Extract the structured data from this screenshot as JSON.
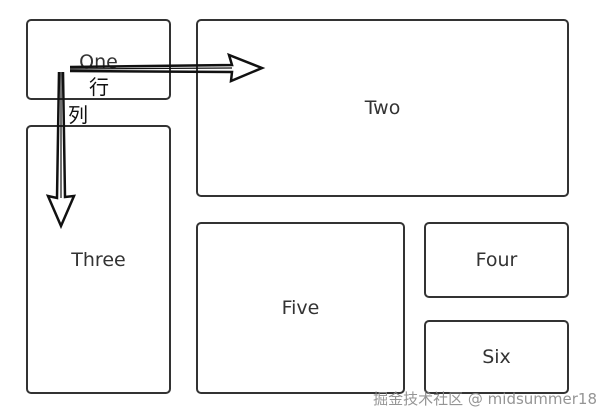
{
  "boxes": {
    "one": "One",
    "two": "Two",
    "three": "Three",
    "four": "Four",
    "five": "Five",
    "six": "Six"
  },
  "annotations": {
    "row": "行",
    "column": "列"
  },
  "watermark": "掘金技术社区 @ midsummer18",
  "colors": {
    "border": "#333333",
    "arrow": "#111111",
    "background": "#ffffff"
  }
}
